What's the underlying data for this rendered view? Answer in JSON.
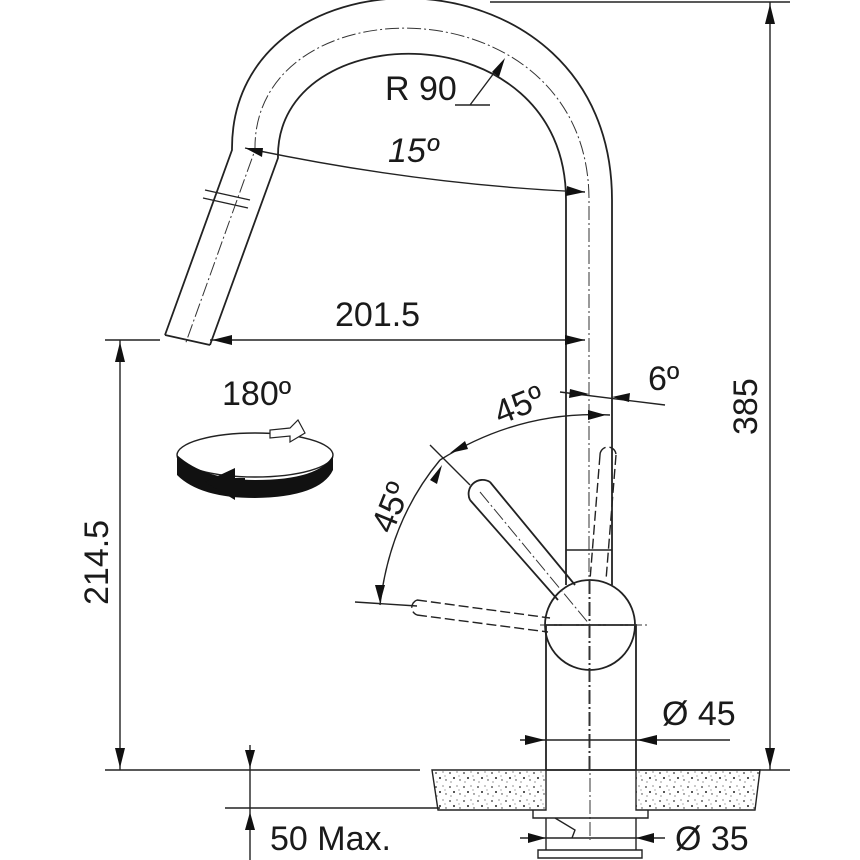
{
  "drawing": {
    "radius_label": "R 90",
    "spout_angle_label": "15º",
    "reach_label": "201.5",
    "swivel_label": "180º",
    "lever_angle_top_label": "45º",
    "lever_angle_side_label": "45º",
    "tilt_angle_label": "6º",
    "total_height_label": "385",
    "spout_height_label": "214.5",
    "body_diameter_label": "Ø 45",
    "hole_diameter_label": "Ø 35",
    "max_thickness_label": "50 Max."
  }
}
